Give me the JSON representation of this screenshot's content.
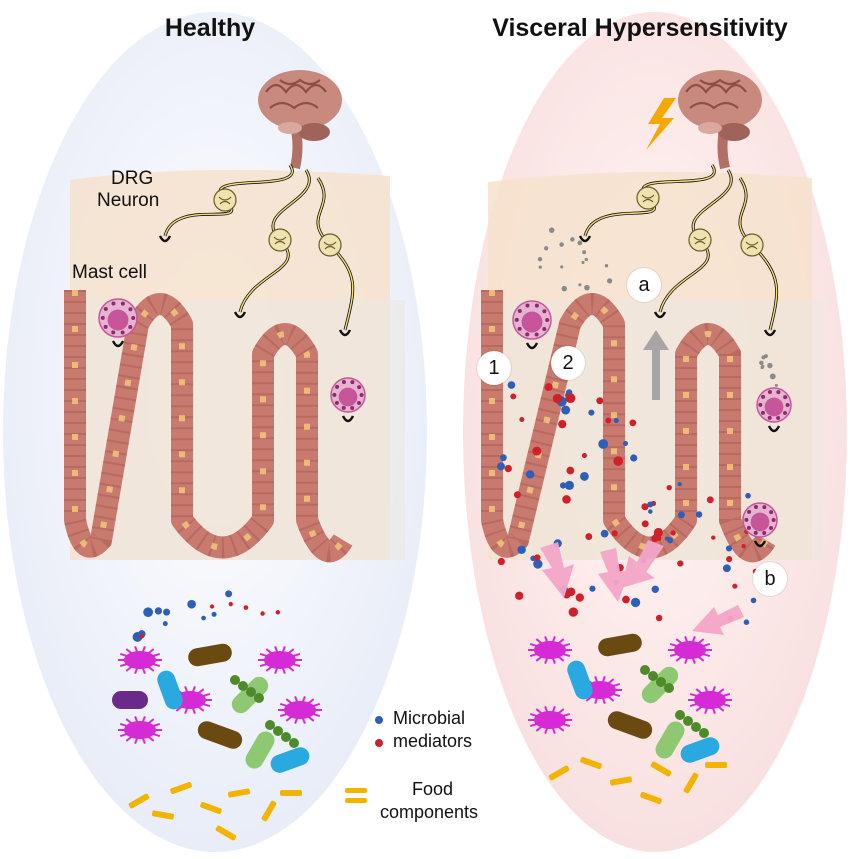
{
  "panels": {
    "healthy": {
      "title": "Healthy"
    },
    "vh": {
      "title": "Visceral Hypersensitivity"
    }
  },
  "labels": {
    "drg_line1": "DRG",
    "drg_line2": "Neuron",
    "mast_cell": "Mast cell",
    "step_1": "1",
    "step_2": "2",
    "step_a": "a",
    "step_b": "b"
  },
  "legend": {
    "microbial": "Microbial",
    "mediators": "mediators",
    "food_line1": "Food",
    "food_line2": "components"
  },
  "colors": {
    "healthy_bg": "#eef1f9",
    "vh_bg": "#fbe8e8",
    "tissue": "#f6e2cc",
    "crypt_lumen": "#ece8e2",
    "epithelium": "#c97a6f",
    "epithelium_dark": "#a85a52",
    "mast_cell": "#c7559a",
    "mediator_blue": "#2e5fb8",
    "mediator_red": "#d0202a",
    "bacteria_magenta": "#d62ad6",
    "bacteria_cyan": "#2aa9e0",
    "bacteria_brown": "#6b4a12",
    "bacteria_green": "#8fc873",
    "bacteria_purple": "#6a2a8a",
    "food": "#f2b400",
    "brain": "#c88a7f",
    "arrow_pink": "#f4a6c8",
    "arrow_grey": "#a6a6a6",
    "lightning": "#f5a800"
  },
  "icons": [
    "brain-icon",
    "neuron-icon",
    "mast-cell-icon",
    "receptor-icon",
    "bacteria-icon",
    "lightning-icon",
    "arrow-icon"
  ]
}
